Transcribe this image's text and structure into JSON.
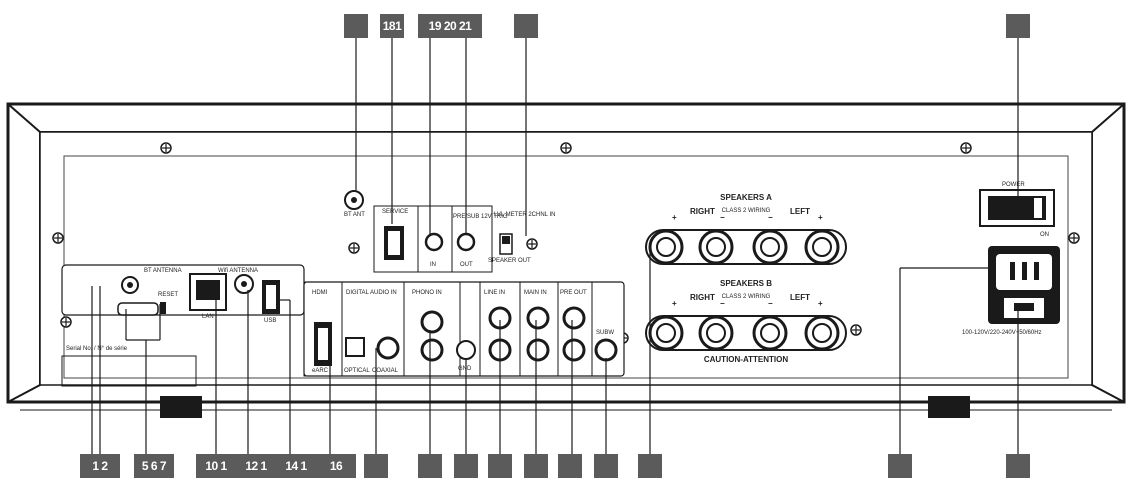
{
  "callouts_top": [
    "",
    "181",
    "19 20 21",
    "",
    ""
  ],
  "callouts_bottom": [
    "1 2",
    "5 6 7",
    "10 1",
    "12 1",
    "14 1",
    "16",
    "",
    "",
    "",
    "",
    "",
    "",
    "",
    "",
    ""
  ],
  "labels": {
    "bt_ant": "BT ANT",
    "service": "SERVICE",
    "preamp_in": "IN",
    "preamp_label": "PRE/SUB 12V TRIG",
    "preamp_out": "OUT",
    "meter_label": "LVL METER 2CHNL IN",
    "speaker_out": "SPEAKER OUT",
    "speakers_a": "SPEAKERS A",
    "speakers_b": "SPEAKERS B",
    "right": "RIGHT",
    "left": "LEFT",
    "plus": "+",
    "minus": "−",
    "class2": "CLASS 2 WIRING",
    "caution": "CAUTION-ATTENTION",
    "power": "POWER",
    "on": "ON",
    "voltage": "100-120V/220-240V~50/60Hz",
    "bt_antenna": "BT ANTENNA",
    "wifi_antenna": "Wifi ANTENNA",
    "reset": "RESET",
    "usb": "USB",
    "lan": "LAN",
    "hdmi": "HDMI",
    "earc": "eARC",
    "digital_audio_in": "DIGITAL AUDIO IN",
    "optical": "OPTICAL",
    "coaxial": "COAXIAL",
    "phono_in": "PHONO IN",
    "gnd": "GND",
    "line_in": "LINE IN",
    "main_in": "MAIN IN",
    "pre_out": "PRE OUT",
    "subw": "SUBW",
    "serial": "Serial No. / N° de série"
  },
  "colors": {
    "outline": "#1a1a1a",
    "callout": "#5b5b5b",
    "panel": "#ffffff",
    "shade": "#e6e6e6"
  }
}
